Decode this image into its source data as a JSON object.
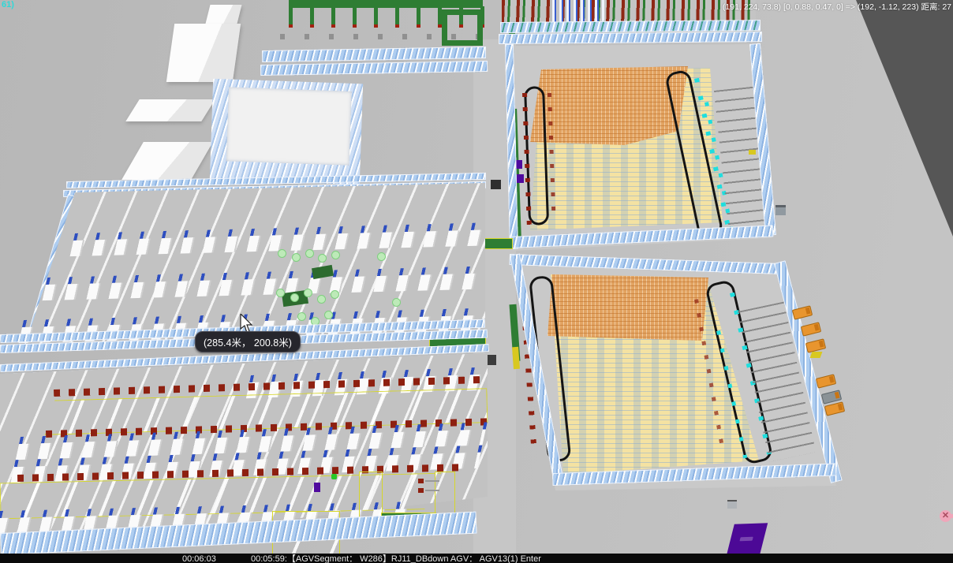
{
  "viewport": {
    "top_left_fragment": "61)",
    "camera_readout": "(191, 224, 73.8) [0, 0.88, 0.47, 0] => (192, -1.12, 223) 距离: 27",
    "tooltip_text": "(285.4米， 200.8米)"
  },
  "status_bar": {
    "sim_time": "00:06:03",
    "event_message": "00:05:59:【AGVSegment： W286】RJ11_DBdown AGV： AGV13(1) Enter"
  },
  "close_button": {
    "glyph": "✕"
  },
  "colors": {
    "ground": "#bcbcbc",
    "sky_corner": "#565656",
    "path_green": "#2e7d33",
    "path_edge_yellow": "#d6d62a",
    "floor_yellow": "#f4e2a2",
    "rack_orange": "#e2a361",
    "wall_panel_blue": "#aecdf0",
    "loop_black": "#141414",
    "lift_cyan": "#1fdede",
    "pallet_red": "#8e2010",
    "machine_blue": "#2d4ec0",
    "truck_orange": "#e8952e",
    "marker_purple": "#4f0a9e",
    "close_pink": "#f0a6ba"
  }
}
